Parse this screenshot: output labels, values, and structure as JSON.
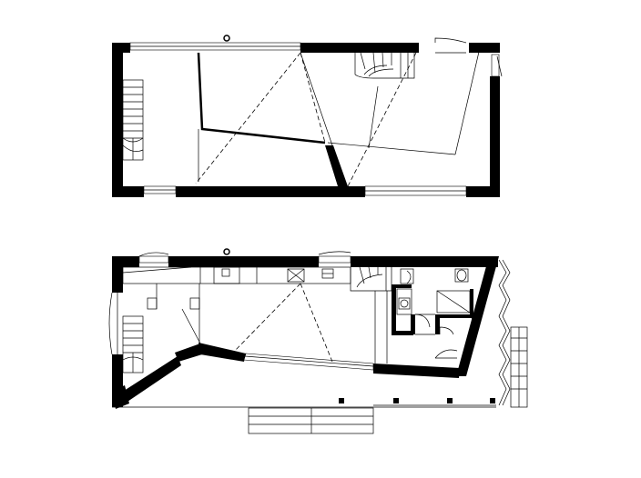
{
  "drawing": {
    "type": "architectural-floor-plan",
    "plans": [
      "upper-floor-plan",
      "ground-floor-plan"
    ],
    "background": "#ffffff",
    "ink": "#000000"
  }
}
